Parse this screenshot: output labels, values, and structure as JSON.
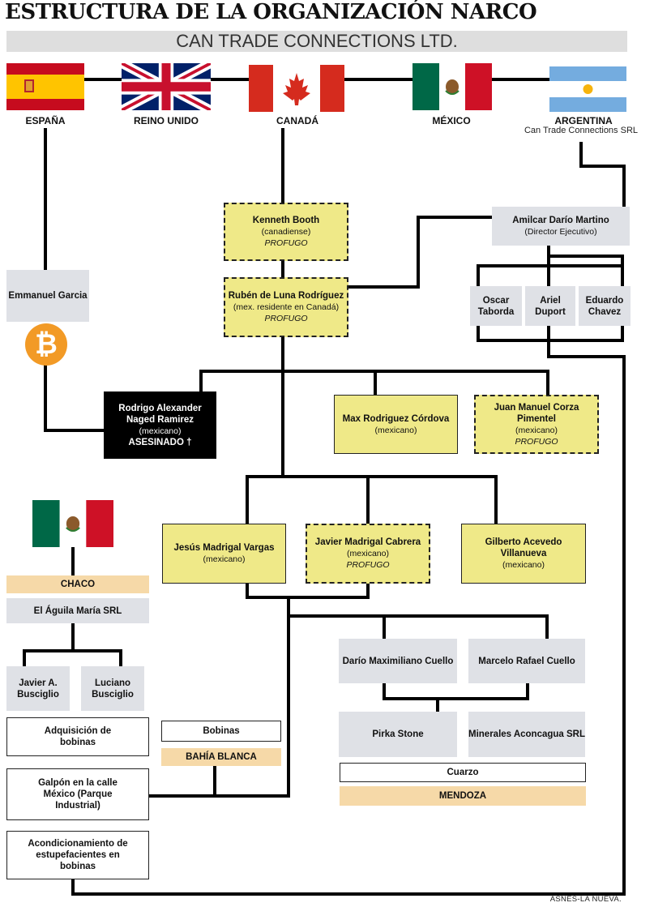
{
  "title": "ESTRUCTURA DE LA ORGANIZACIÓN NARCO",
  "subtitle": "CAN TRADE CONNECTIONS LTD.",
  "countries": [
    {
      "name": "ESPAÑA",
      "icon": "spain-flag-icon"
    },
    {
      "name": "REINO UNIDO",
      "icon": "uk-flag-icon"
    },
    {
      "name": "CANADÁ",
      "icon": "canada-flag-icon"
    },
    {
      "name": "MÉXICO",
      "icon": "mexico-flag-icon"
    },
    {
      "name": "ARGENTINA",
      "sub": "Can Trade Connections SRL",
      "icon": "argentina-flag-icon"
    }
  ],
  "people": {
    "emmanuel": {
      "name": "Emmanuel Garcia"
    },
    "kenneth": {
      "name": "Kenneth Booth",
      "nat": "(canadiense)",
      "status": "PROFUGO"
    },
    "ruben": {
      "name": "Rubén de Luna Rodríguez",
      "nat": "(mex. residente en Canadá)",
      "status": "PROFUGO"
    },
    "amilcar": {
      "name": "Amilcar Darío Martino",
      "role": "(Director Ejecutivo)"
    },
    "oscar": {
      "name": "Oscar Taborda"
    },
    "ariel": {
      "name": "Ariel Duport"
    },
    "eduardo": {
      "name": "Eduardo Chavez"
    },
    "rodrigo": {
      "name": "Rodrigo Alexander Naged Ramirez",
      "nat": "(mexicano)",
      "status": "ASESINADO †"
    },
    "max": {
      "name": "Max Rodriguez Córdova",
      "nat": "(mexicano)"
    },
    "juan": {
      "name": "Juan Manuel Corza Pimentel",
      "nat": "(mexicano)",
      "status": "PROFUGO"
    },
    "jesus": {
      "name": "Jesús Madrigal Vargas",
      "nat": "(mexicano)"
    },
    "javier_m": {
      "name": "Javier Madrigal Cabrera",
      "nat": "(mexicano)",
      "status": "PROFUGO"
    },
    "gilberto": {
      "name": "Gilberto Acevedo Villanueva",
      "nat": "(mexicano)"
    },
    "dario": {
      "name": "Darío Maximiliano Cuello"
    },
    "marcelo": {
      "name": "Marcelo Rafael Cuello"
    },
    "javier_b": {
      "name": "Javier A. Busciglio"
    },
    "luciano": {
      "name": "Luciano Busciglio"
    }
  },
  "companies": {
    "aguila": "El Águila María SRL",
    "pirka": "Pirka Stone",
    "minerales": "Minerales Aconcagua SRL"
  },
  "places": {
    "chaco": "CHACO",
    "bahia": "BAHÍA BLANCA",
    "mendoza": "MENDOZA"
  },
  "items": {
    "adquisicion": "Adquisición de bobinas",
    "galpon": "Galpón en la calle México (Parque Industrial)",
    "acondicionamiento": "Acondicionamiento de estupefacientes en bobinas",
    "bobinas": "Bobinas",
    "cuarzo": "Cuarzo"
  },
  "bitcoin_icon": "bitcoin-icon",
  "credit": "ASNES-LA NUEVA.",
  "colors": {
    "yellow": "#efe988",
    "grey": "#dfe1e6",
    "orange": "#f6d9a8",
    "bitcoin": "#f29a26"
  }
}
